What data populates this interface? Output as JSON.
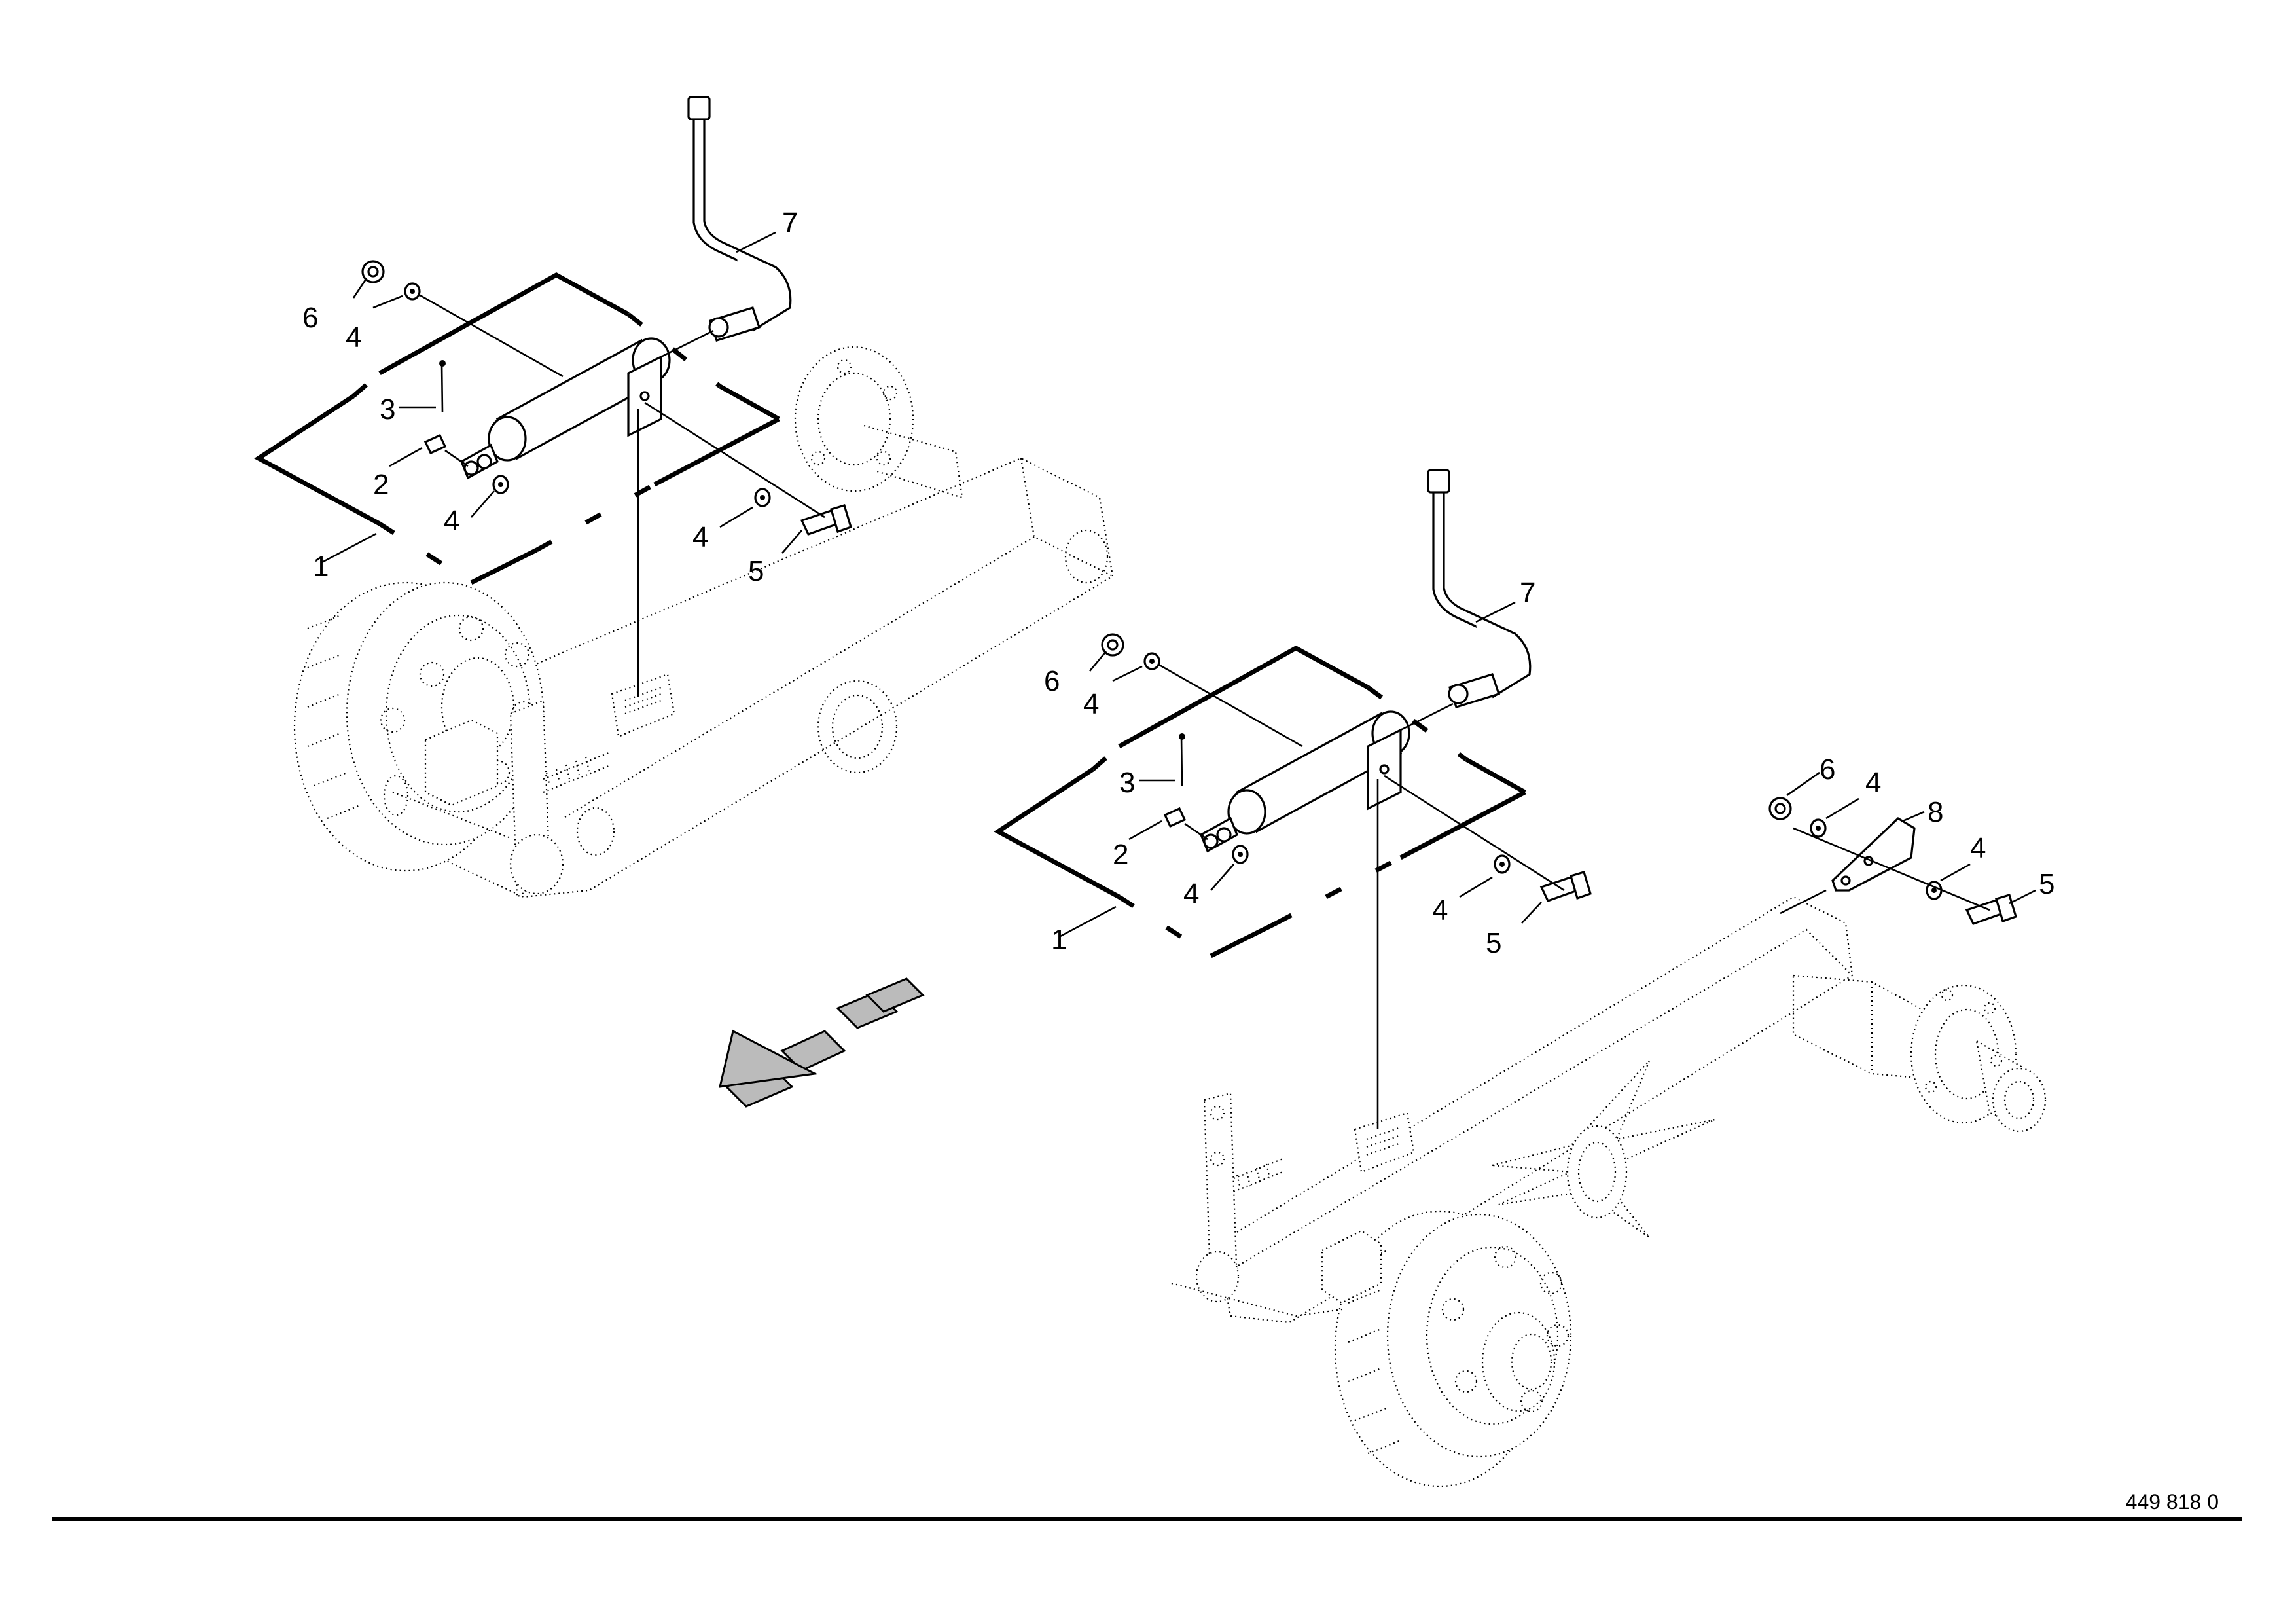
{
  "drawing_number": "449 818 0",
  "left_assembly": {
    "callouts": [
      "1",
      "2",
      "3",
      "4",
      "4",
      "4",
      "5",
      "6",
      "7"
    ]
  },
  "right_assembly": {
    "callouts": [
      "1",
      "2",
      "3",
      "4",
      "4",
      "4",
      "5",
      "6",
      "7",
      "6",
      "4",
      "8",
      "4",
      "5"
    ]
  }
}
